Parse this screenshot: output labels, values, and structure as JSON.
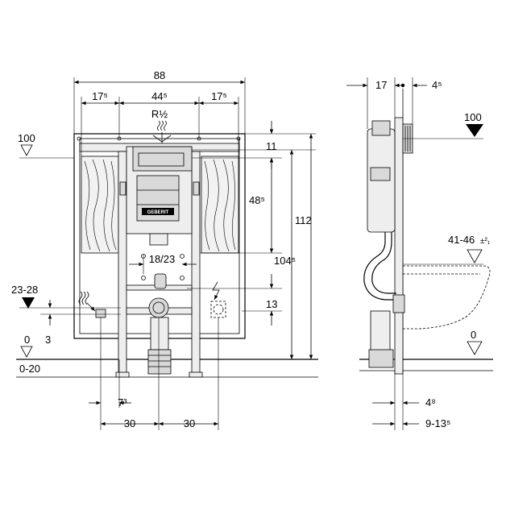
{
  "front_view": {
    "width_label": "88",
    "left_offset_label": "17⁵",
    "center_width_label": "44⁵",
    "right_offset_label": "17⁵",
    "water_connection_label": "R½",
    "left_level_label": "100",
    "top_offset_label": "11",
    "height_label": "112",
    "actuator_height_label": "48⁵",
    "frame_height_label": "104⁵",
    "fixing_label": "18/23",
    "drain_height_label": "13",
    "left_range_label": "23-28",
    "left_small_label": "3",
    "floor_zero_label": "0",
    "floor_range_label": "0-20",
    "small_offset_label": "7³",
    "left_dist_label": "30",
    "right_dist_label": "30",
    "brand_label": "GEBERIT"
  },
  "side_view": {
    "depth_label": "17",
    "offset_label": "4⁵",
    "level_label": "100",
    "range_label": "41-46",
    "tolerance_label": "±²₁",
    "floor_zero_label": "0",
    "bottom_small_label": "4⁸",
    "bottom_range_label": "9-13⁵"
  }
}
